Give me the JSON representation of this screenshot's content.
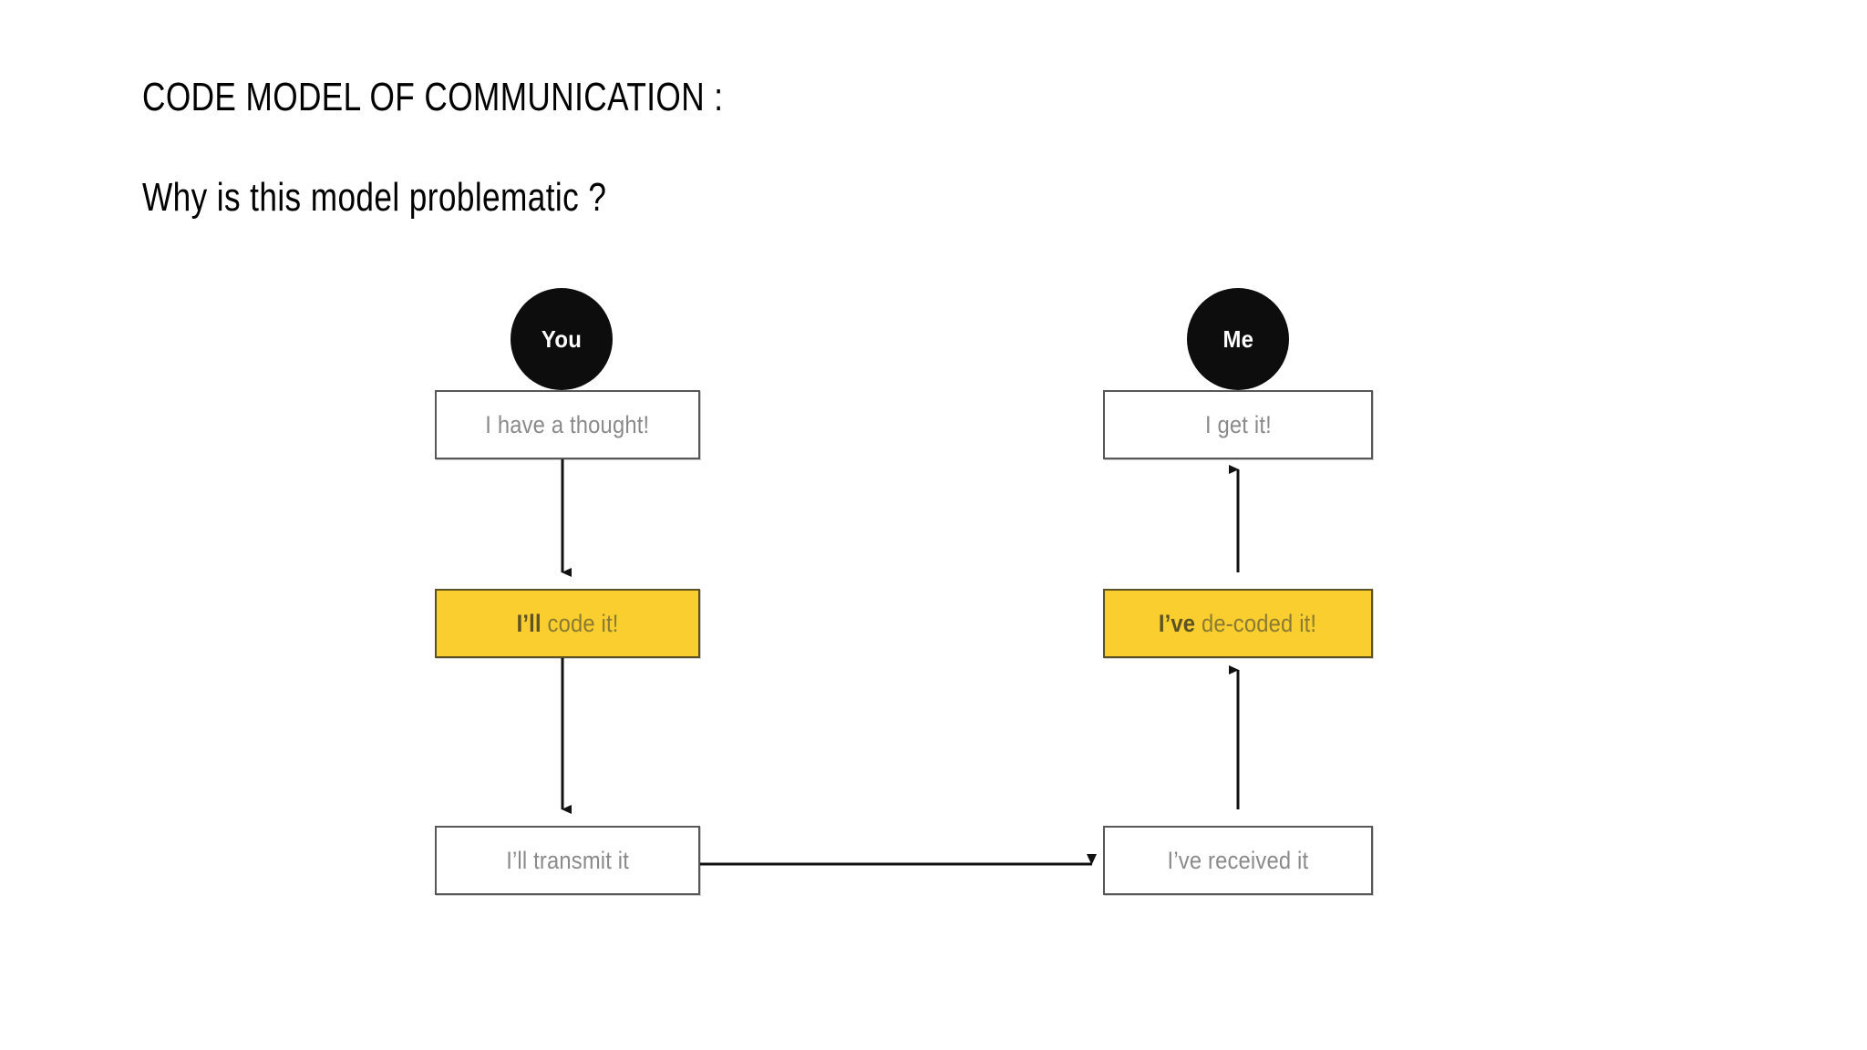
{
  "slide": {
    "background_color": "#FFFFFF",
    "title": "CODE MODEL OF COMMUNICATION :",
    "subtitle": "Why is this model problematic ?"
  },
  "colors": {
    "accent_yellow": "#F9CE2E",
    "box_border": "#575757",
    "box_text": "#8A8A8A",
    "accent_text": "#8A7A33",
    "accent_text_bold": "#5C5223",
    "avatar_fill": "#0D0D0D",
    "avatar_text": "#FFFFFF",
    "arrow": "#111111"
  },
  "diagram": {
    "type": "flow",
    "sender": {
      "avatar_label": "You",
      "avatar_name": "avatar-you",
      "steps": [
        {
          "id": "have-thought",
          "text": "I have a thought!",
          "bold_prefix": "",
          "rest": "I have a thought!",
          "highlight": false
        },
        {
          "id": "code-it",
          "text": "I'll code it!",
          "bold_prefix": "I’ll",
          "rest": " code it!",
          "highlight": true
        },
        {
          "id": "transmit-it",
          "text": "I'll transmit it",
          "bold_prefix": "",
          "rest": "I’ll transmit it",
          "highlight": false
        }
      ]
    },
    "receiver": {
      "avatar_label": "Me",
      "avatar_name": "avatar-me",
      "steps": [
        {
          "id": "get-it",
          "text": "I get it!",
          "bold_prefix": "",
          "rest": "I get it!",
          "highlight": false
        },
        {
          "id": "decoded-it",
          "text": "I've de-coded it!",
          "bold_prefix": "I’ve",
          "rest": " de-coded it!",
          "highlight": true
        },
        {
          "id": "received-it",
          "text": "I've received it",
          "bold_prefix": "",
          "rest": "I’ve received it",
          "highlight": false
        }
      ]
    },
    "connectors": [
      {
        "id": "thought-to-code",
        "from": "have-thought",
        "to": "code-it",
        "direction": "down"
      },
      {
        "id": "code-to-transmit",
        "from": "code-it",
        "to": "transmit-it",
        "direction": "down"
      },
      {
        "id": "transmit-to-received",
        "from": "transmit-it",
        "to": "received-it",
        "direction": "right"
      },
      {
        "id": "received-to-decoded",
        "from": "received-it",
        "to": "decoded-it",
        "direction": "up"
      },
      {
        "id": "decoded-to-get",
        "from": "decoded-it",
        "to": "get-it",
        "direction": "up"
      }
    ]
  }
}
